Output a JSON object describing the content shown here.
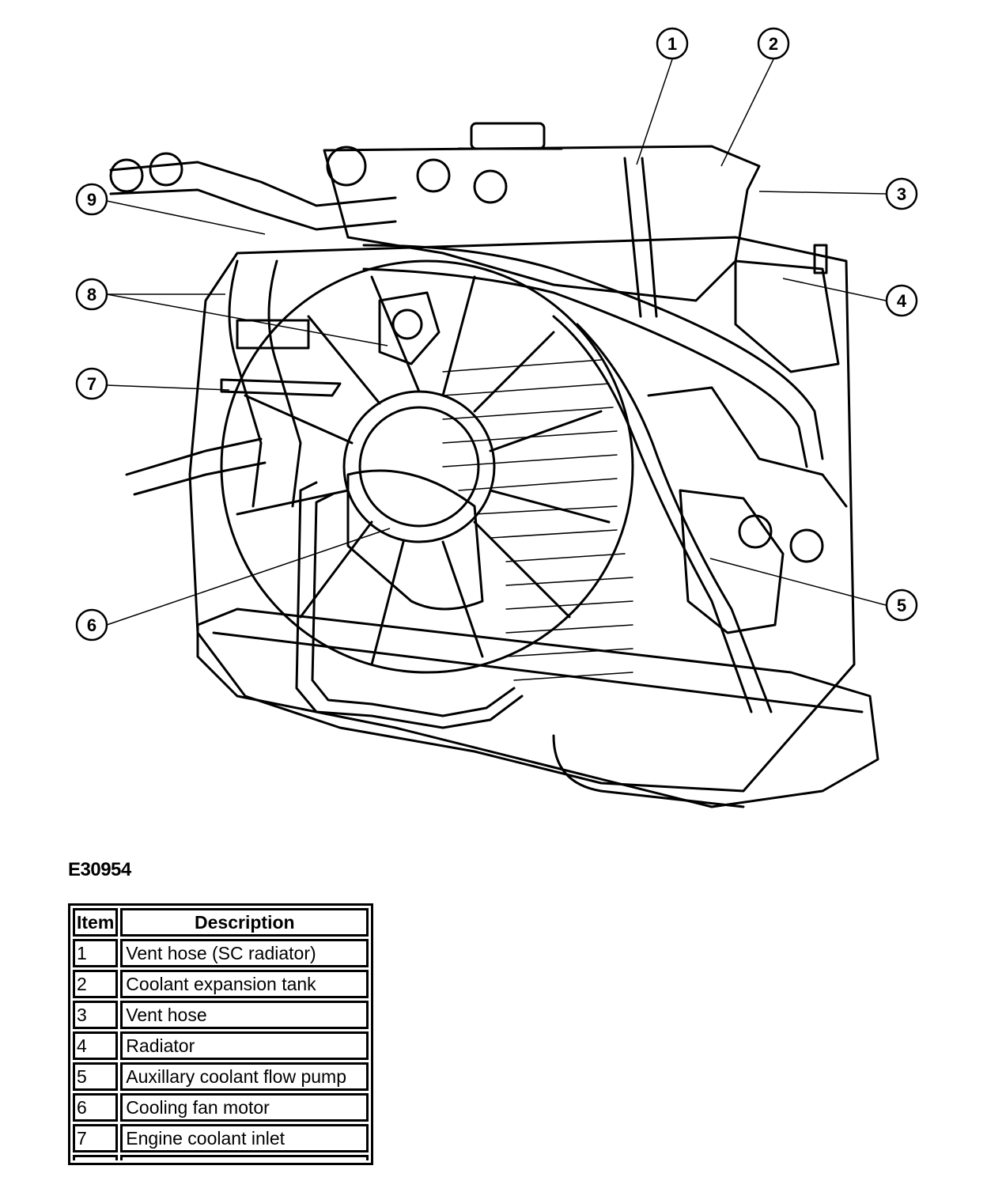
{
  "figure": {
    "id": "E30954",
    "callouts": [
      {
        "num": "1"
      },
      {
        "num": "2"
      },
      {
        "num": "3"
      },
      {
        "num": "4"
      },
      {
        "num": "5"
      },
      {
        "num": "6"
      },
      {
        "num": "7"
      },
      {
        "num": "8"
      },
      {
        "num": "9"
      }
    ]
  },
  "legend": {
    "headers": {
      "item": "Item",
      "description": "Description"
    },
    "rows": [
      {
        "item": "1",
        "description": "Vent hose (SC radiator)"
      },
      {
        "item": "2",
        "description": "Coolant expansion tank"
      },
      {
        "item": "3",
        "description": "Vent hose"
      },
      {
        "item": "4",
        "description": "Radiator"
      },
      {
        "item": "5",
        "description": "Auxillary coolant flow pump"
      },
      {
        "item": "6",
        "description": "Cooling fan motor"
      },
      {
        "item": "7",
        "description": "Engine coolant inlet"
      }
    ]
  }
}
